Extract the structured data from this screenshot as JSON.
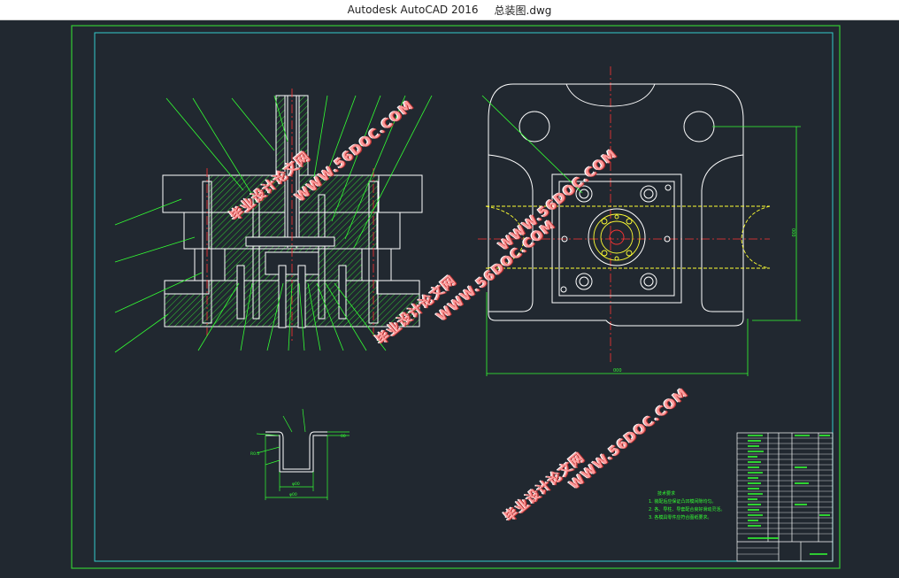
{
  "window": {
    "app_title": "Autodesk AutoCAD 2016",
    "file_name": "总装图.dwg"
  },
  "watermarks": [
    {
      "text": "WWW.56DOC.COM"
    },
    {
      "text": "毕业设计论文网"
    },
    {
      "text": "WWW.56DOC.COM"
    },
    {
      "text": "毕业设计论文网"
    },
    {
      "text": "WWW.56DOC.COM"
    },
    {
      "text": "毕业设计论文网"
    },
    {
      "text": "WWW.56DOC.COM"
    },
    {
      "text": "毕业设计论文网"
    }
  ],
  "colors": {
    "background": "#212830",
    "outer_frame": "#33cc33",
    "inner_frame": "#33cccc",
    "part_outline": "#ffffff",
    "hatch": "#33cc33",
    "centerline": "#ff3333",
    "strip": "#ffff33",
    "leader": "#33ff33",
    "watermark": "#ff9a9a"
  },
  "notes": {
    "heading": "技术要求",
    "items": [
      "1. 装配后应保证凸凹模间隙均匀。",
      "2. 各、导柱、导套配合良好滑动灵活。",
      "3. 各模具零件应符合图纸要求。"
    ]
  }
}
